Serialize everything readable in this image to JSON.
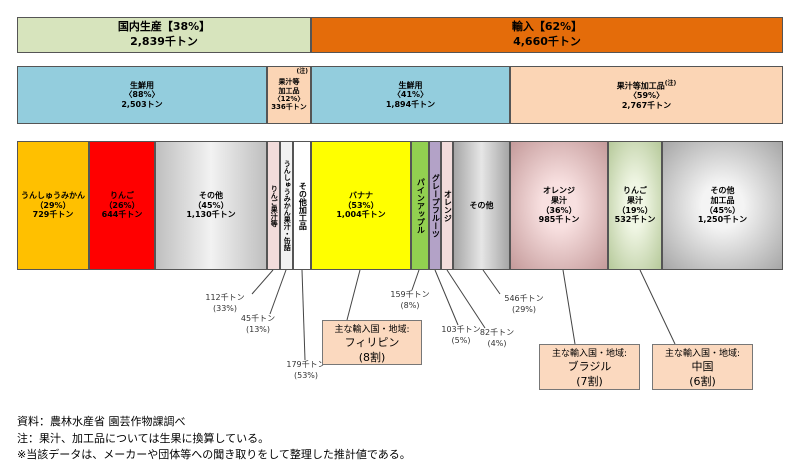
{
  "level1": {
    "domestic": {
      "title": "国内生産【38%】",
      "value": "2,839千トン",
      "color": "#d7e4bd"
    },
    "import": {
      "title": "輸入【62%】",
      "value": "4,660千トン",
      "color": "#e46c0a"
    }
  },
  "level2": {
    "dom_fresh": {
      "title": "生鮮用",
      "pct": "〈88%〉",
      "value": "2,503トン",
      "color": "#93cddd"
    },
    "dom_juice": {
      "title1": "果汁等",
      "title2": "加工品",
      "pct": "〈12%〉",
      "value": "336千トン",
      "note": "(注)",
      "color": "#fbd5b5"
    },
    "imp_fresh": {
      "title": "生鮮用",
      "pct": "〈41%〉",
      "value": "1,894千トン",
      "color": "#93cddd"
    },
    "imp_juice": {
      "title": "果汁等加工品",
      "note": "(注)",
      "pct": "〈59%〉",
      "value": "2,767千トン",
      "color": "#fbd5b5"
    }
  },
  "level3": {
    "unshu": {
      "title": "うんしゅうみかん",
      "pct": "（29%）",
      "value": "729千トン",
      "color": "#ffc000"
    },
    "apple": {
      "title": "りんご",
      "pct": "（26%）",
      "value": "644千トン",
      "color": "#ff0000"
    },
    "dom_other": {
      "title": "その他",
      "pct": "（45%）",
      "value": "1,130千トン",
      "color": "#d9d9d9"
    },
    "apple_juice": {
      "label": "りんご果汁等",
      "color": "#f2dcdb"
    },
    "unshu_juice": {
      "label": "うんしゅうみかん果汁・缶詰",
      "color": "#f2f2f2"
    },
    "dom_other_proc": {
      "label": "その他加工品",
      "color": "#ffffff"
    },
    "banana": {
      "title": "バナナ",
      "pct": "（53%）",
      "value": "1,004千トン",
      "color": "#ffff00"
    },
    "pineapple": {
      "label": "パインアップル",
      "color": "#92d050"
    },
    "grapefruit": {
      "label": "グレープフルーツ",
      "color": "#b3a2c7"
    },
    "orange": {
      "label": "オレンジ",
      "color": "#f2dcdb"
    },
    "imp_other": {
      "label": "その他",
      "color": "#bfbfbf"
    },
    "orange_juice": {
      "title1": "オレンジ",
      "title2": "果汁",
      "pct": "（36%）",
      "value": "985千トン",
      "color": "#e6b9b8"
    },
    "apple_juice_imp": {
      "title1": "りんご",
      "title2": "果汁",
      "pct": "（19%）",
      "value": "532千トン",
      "color": "#d7e4bd"
    },
    "imp_other_proc": {
      "title1": "その他",
      "title2": "加工品",
      "pct": "（45%）",
      "value": "1,250千トン",
      "color": "#d9d9d9"
    }
  },
  "notes": {
    "n112": {
      "v": "112千トン",
      "p": "(33%)"
    },
    "n45": {
      "v": "45千トン",
      "p": "(13%)"
    },
    "n179": {
      "v": "179千トン",
      "p": "(53%)"
    },
    "n159": {
      "v": "159千トン",
      "p": "(8%)"
    },
    "n103": {
      "v": "103千トン",
      "p": "(5%)"
    },
    "n82": {
      "v": "82千トン",
      "p": "(4%)"
    },
    "n546": {
      "v": "546千トン",
      "p": "(29%)"
    }
  },
  "callouts": {
    "philippines": {
      "label": "主な輸入国・地域:",
      "country": "フィリピン",
      "share": "(8割)"
    },
    "brazil": {
      "label": "主な輸入国・地域:",
      "country": "ブラジル",
      "share": "(7割)"
    },
    "china": {
      "label": "主な輸入国・地域:",
      "country": "中国",
      "share": "(6割)"
    }
  },
  "source": {
    "line1": "資料：農林水産省  園芸作物課調べ",
    "line2": "注：果汁、加工品については生果に換算している。",
    "line3": "※当該データは、メーカーや団体等への聞き取りをして整理した推計値である。"
  }
}
